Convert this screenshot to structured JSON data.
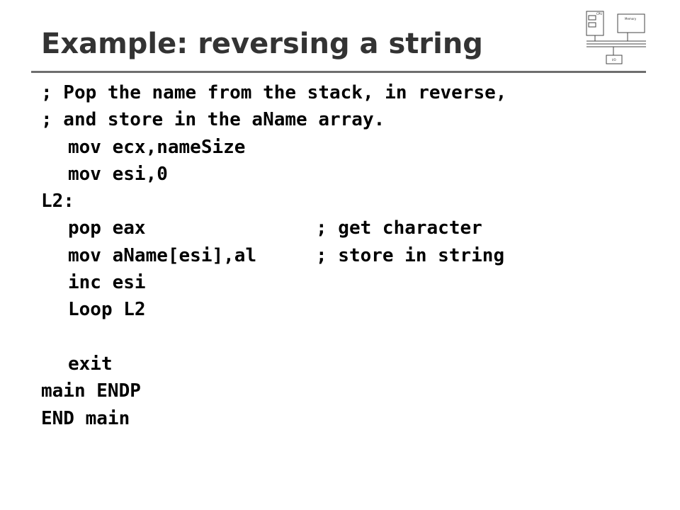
{
  "slide": {
    "title": "Example: reversing a string"
  },
  "code": {
    "comment1": "; Pop the name from the stack, in reverse,",
    "comment2": "; and store in the aName array.",
    "line_mov_ecx": "mov ecx,nameSize",
    "line_mov_esi": "mov esi,0",
    "label_l2": "L2:",
    "line_pop": "pop eax",
    "comment_pop": "; get character",
    "line_mov_aname": "mov aName[esi],al",
    "comment_mov_aname": "; store in string",
    "line_inc": "inc esi",
    "line_loop": "Loop L2",
    "line_exit": "exit",
    "line_endp": "main ENDP",
    "line_end": "END main"
  },
  "thumbnail": {
    "icon": "computer-architecture-diagram-icon",
    "labels": {
      "cpu": "CPU",
      "memory": "Memory",
      "io": "I/O"
    }
  }
}
